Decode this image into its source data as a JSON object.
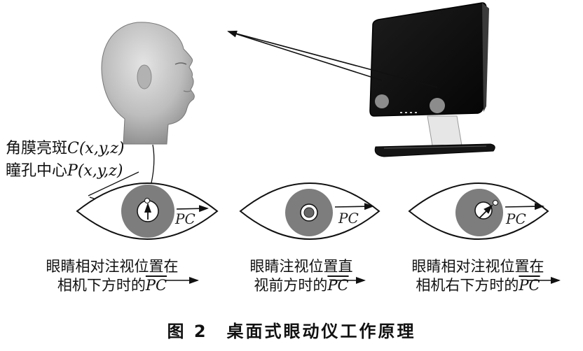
{
  "labels": {
    "corneal_reflection_prefix": "角膜亮斑",
    "corneal_reflection_coord": "C(x,y,z)",
    "pupil_center_prefix": "瞳孔中心",
    "pupil_center_coord": "P(x,y,z)"
  },
  "vector_label": "PC",
  "panels": [
    {
      "line1": "眼睛相对注视位置在",
      "line2_prefix": "相机下方时的",
      "vector": "PC"
    },
    {
      "line1": "眼睛注视位置直",
      "line2_prefix": "视前方时的",
      "vector": "PC"
    },
    {
      "line1": "眼睛相对注视位置在",
      "line2_prefix": "相机右下方时的",
      "vector": "PC"
    }
  ],
  "figure_caption": "图 2　桌面式眼动仪工作原理",
  "colors": {
    "iris": "#7d7d7d",
    "skin": "#c9c9c9",
    "monitor": "#0c0c0c",
    "stroke": "#111111"
  }
}
